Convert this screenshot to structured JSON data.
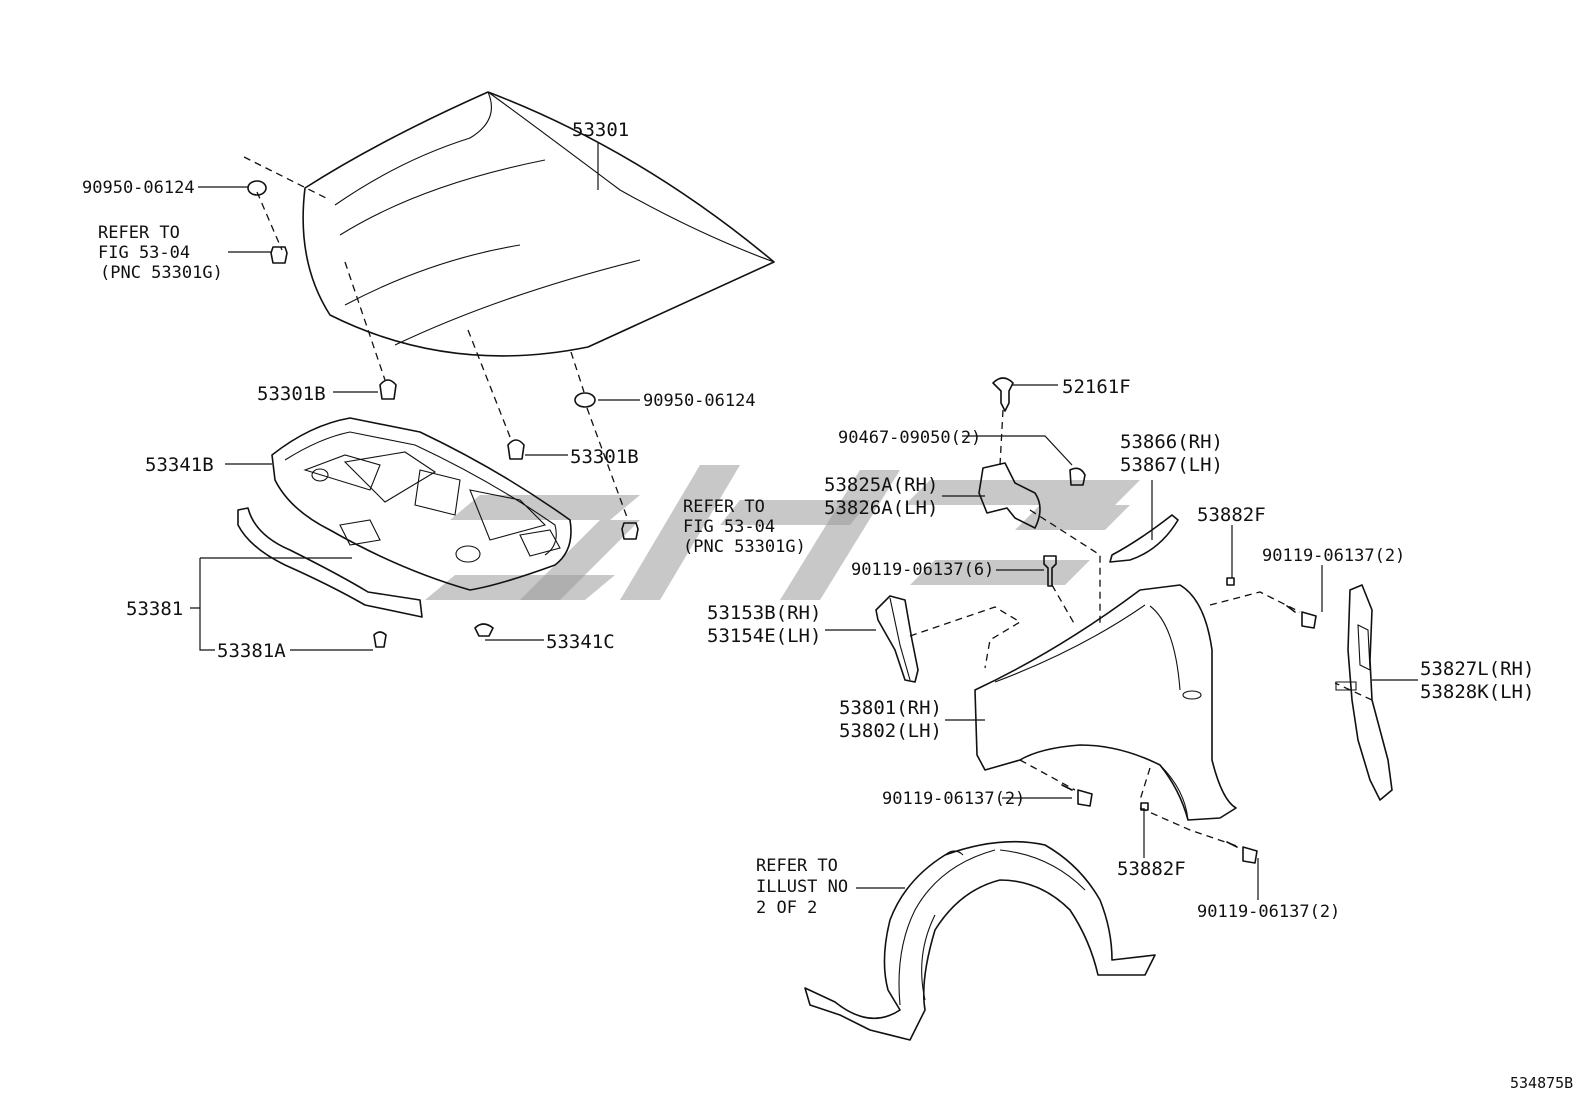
{
  "figure_id": "534875B",
  "callouts": {
    "hood": "53301",
    "hood_seal_top": "90950-06124",
    "refer_fig_top_1": "REFER TO",
    "refer_fig_top_2": "FIG 53-04",
    "refer_fig_top_3": "(PNC 53301G)",
    "cushion_left": "53301B",
    "seal_right": "90950-06124",
    "cushion_center": "53301B",
    "refer_fig_mid_1": "REFER TO",
    "refer_fig_mid_2": "FIG 53-04",
    "refer_fig_mid_3": "(PNC 53301G)",
    "insulator": "53341B",
    "seal_strip": "53381",
    "seal_clip": "53381A",
    "insulator_clip": "53341C",
    "clip_top": "52161F",
    "nut": "90467-09050(2)",
    "bracket_rh": "53825A(RH)",
    "bracket_lh": "53826A(LH)",
    "bolt_6": "90119-06137(6)",
    "seal_upper_rh": "53866(RH)",
    "seal_upper_lh": "53867(LH)",
    "nut_upper": "53882F",
    "bolt_right_upper": "90119-06137(2)",
    "support_rh": "53153B(RH)",
    "support_lh": "53154E(LH)",
    "fender_rh": "53801(RH)",
    "fender_lh": "53802(LH)",
    "seal_side_rh": "53827L(RH)",
    "seal_side_lh": "53828K(LH)",
    "bolt_lower": "90119-06137(2)",
    "nut_lower": "53882F",
    "bolt_bottom": "90119-06137(2)",
    "refer_illust_1": "REFER TO",
    "refer_illust_2": "ILLUST NO",
    "refer_illust_3": "2 OF 2"
  }
}
